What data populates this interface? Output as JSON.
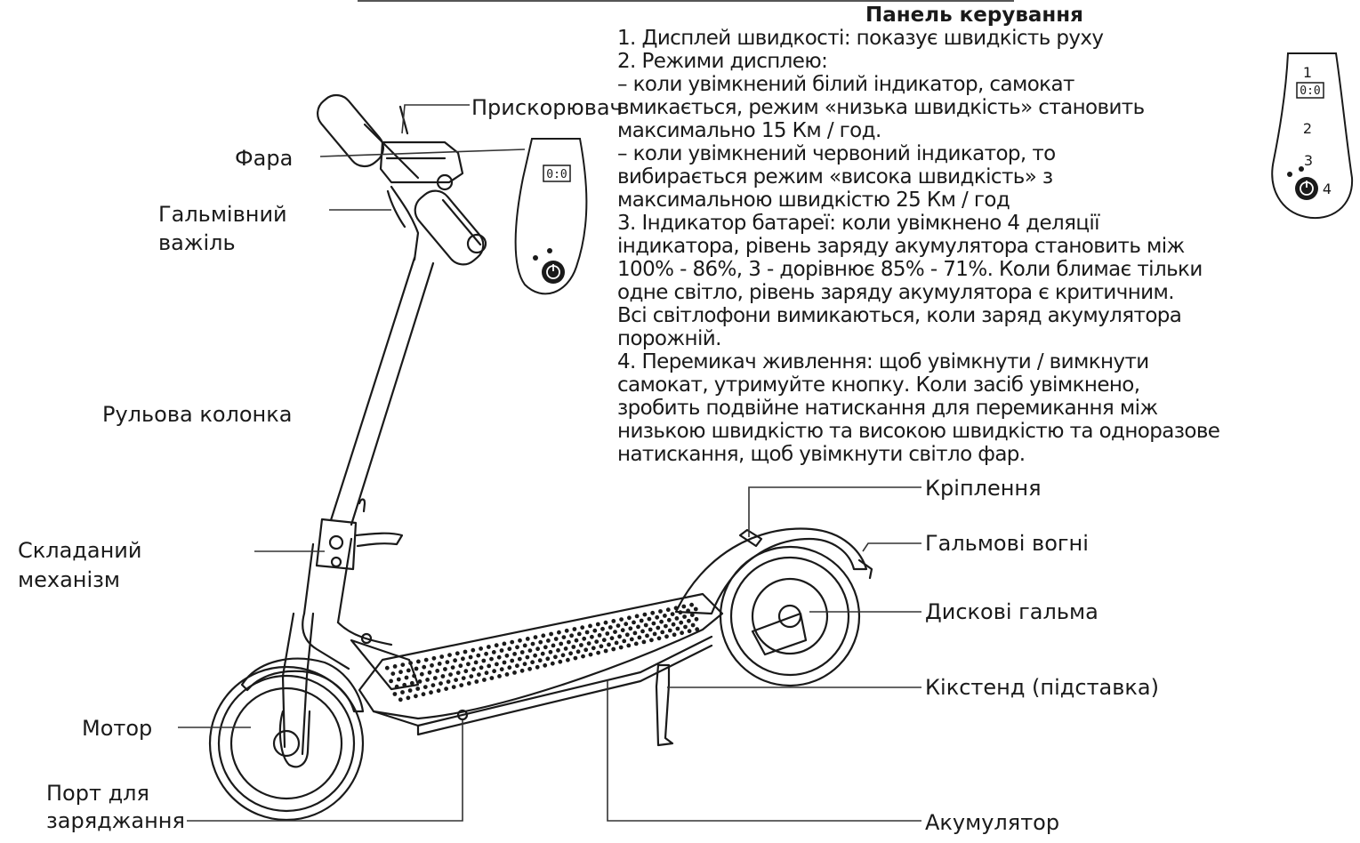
{
  "panel": {
    "title": "Панель керування",
    "lines": [
      "1. Дисплей швидкості: показує швидкість руху",
      "2. Режими дисплею:",
      "– коли увімкнений білий індикатор, самокат",
      "вмикається, режим «низька швидкість» становить",
      "максимально 15 Км / год.",
      "– коли увімкнений червоний індикатор, то",
      "вибирається режим «висока швидкість» з",
      "максимальною швидкістю 25 Км / год",
      "3. Індикатор батареї: коли увімкнено 4 деляції",
      "індикатора, рівень заряду акумулятора становить між",
      "100% - 86%, 3 - дорівнює 85% - 71%. Коли блимає тільки",
      "одне світло, рівень заряду акумулятора є критичним.",
      "Всі світлофони вимикаються, коли заряд акумулятора",
      "порожній.",
      "4. Перемикач живлення: щоб увімкнути / вимкнути",
      "самокат, утримуйте кнопку. Коли засіб увімкнено,",
      "зробить подвійне натискання для перемикання між",
      "низькою швидкістю та високою швидкістю та одноразове",
      "натискання, щоб увімкнути світло фар."
    ]
  },
  "labels": {
    "accelerator": "Прискорювач",
    "headlight": "Фара",
    "brake_lever_1": "Гальмівний",
    "brake_lever_2": "важіль",
    "steering_column": "Рульова колонка",
    "folding_1": "Складаний",
    "folding_2": "механізм",
    "motor": "Мотор",
    "charging_1": "Порт для",
    "charging_2": "заряджання",
    "mount": "Кріплення",
    "brake_lights": "Гальмові вогні",
    "disc_brakes": "Дискові гальма",
    "kickstand": "Кікстенд (підставка)",
    "battery": "Акумулятор"
  },
  "display": {
    "speed_readout": "0:0",
    "callout_numbers": [
      "1",
      "2",
      "3",
      "4"
    ]
  },
  "colors": {
    "ink": "#1a1a1a",
    "line": "#333333"
  }
}
